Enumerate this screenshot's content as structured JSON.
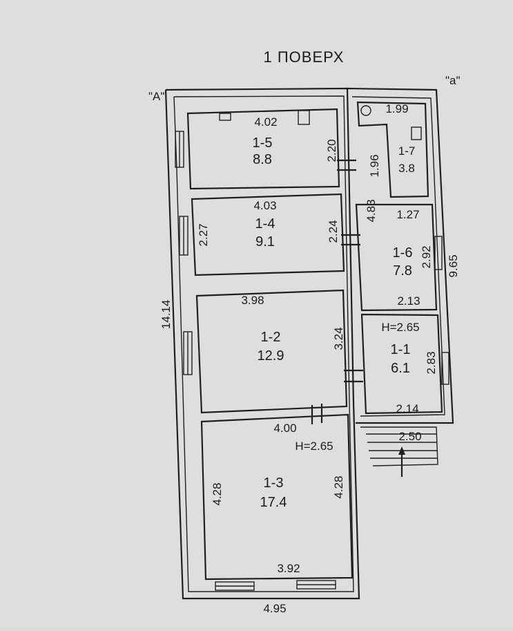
{
  "title": "1 ПОВЕРХ",
  "markers": {
    "big_a": "\"А\"",
    "small_a": "\"а\""
  },
  "rooms": {
    "r15": {
      "id": "1-5",
      "area": "8.8",
      "width": "4.02",
      "side": "2.20"
    },
    "r14": {
      "id": "1-4",
      "area": "9.1",
      "width": "4.03",
      "left": "2.27",
      "right": "2.24"
    },
    "r12": {
      "id": "1-2",
      "area": "12.9",
      "width": "3.98",
      "right": "3.24"
    },
    "r13": {
      "id": "1-3",
      "area": "17.4",
      "width_top": "4.00",
      "width_bottom": "3.92",
      "left": "4.28",
      "right": "4.28",
      "height": "H=2.65"
    },
    "r17": {
      "id": "1-7",
      "area": "3.8",
      "width": "1.99",
      "side": "1.96"
    },
    "r16": {
      "id": "1-6",
      "area": "7.8",
      "top": "1.27",
      "side": "2.92",
      "bottom": "2.13"
    },
    "r11": {
      "id": "1-1",
      "area": "6.1",
      "height": "H=2.65",
      "side": "2.83",
      "bottom": "2.14"
    }
  },
  "dims": {
    "total_length": "14.14",
    "total_width": "4.95",
    "annex_length": "9.65",
    "annex_inner": "4.83",
    "porch": "2.50"
  }
}
